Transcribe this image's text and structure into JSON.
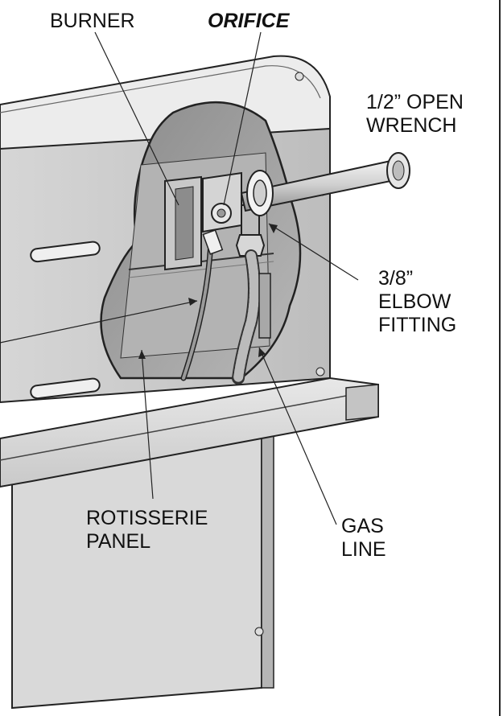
{
  "labels": {
    "burner": "BURNER",
    "orifice": "ORIFICE",
    "wrench": [
      "1/2” OPEN",
      "WRENCH"
    ],
    "elbow": [
      "3/8”",
      "ELBOW",
      "FITTING"
    ],
    "rotisserie": [
      "ROTISSERIE",
      "PANEL"
    ],
    "gas": [
      "GAS",
      "LINE"
    ]
  },
  "colors": {
    "metal_light": "#e9e9e9",
    "metal_mid": "#cfcfcf",
    "metal_dark": "#9a9a9a",
    "outline": "#222222",
    "cavity_dark": "#5a5a5a"
  }
}
